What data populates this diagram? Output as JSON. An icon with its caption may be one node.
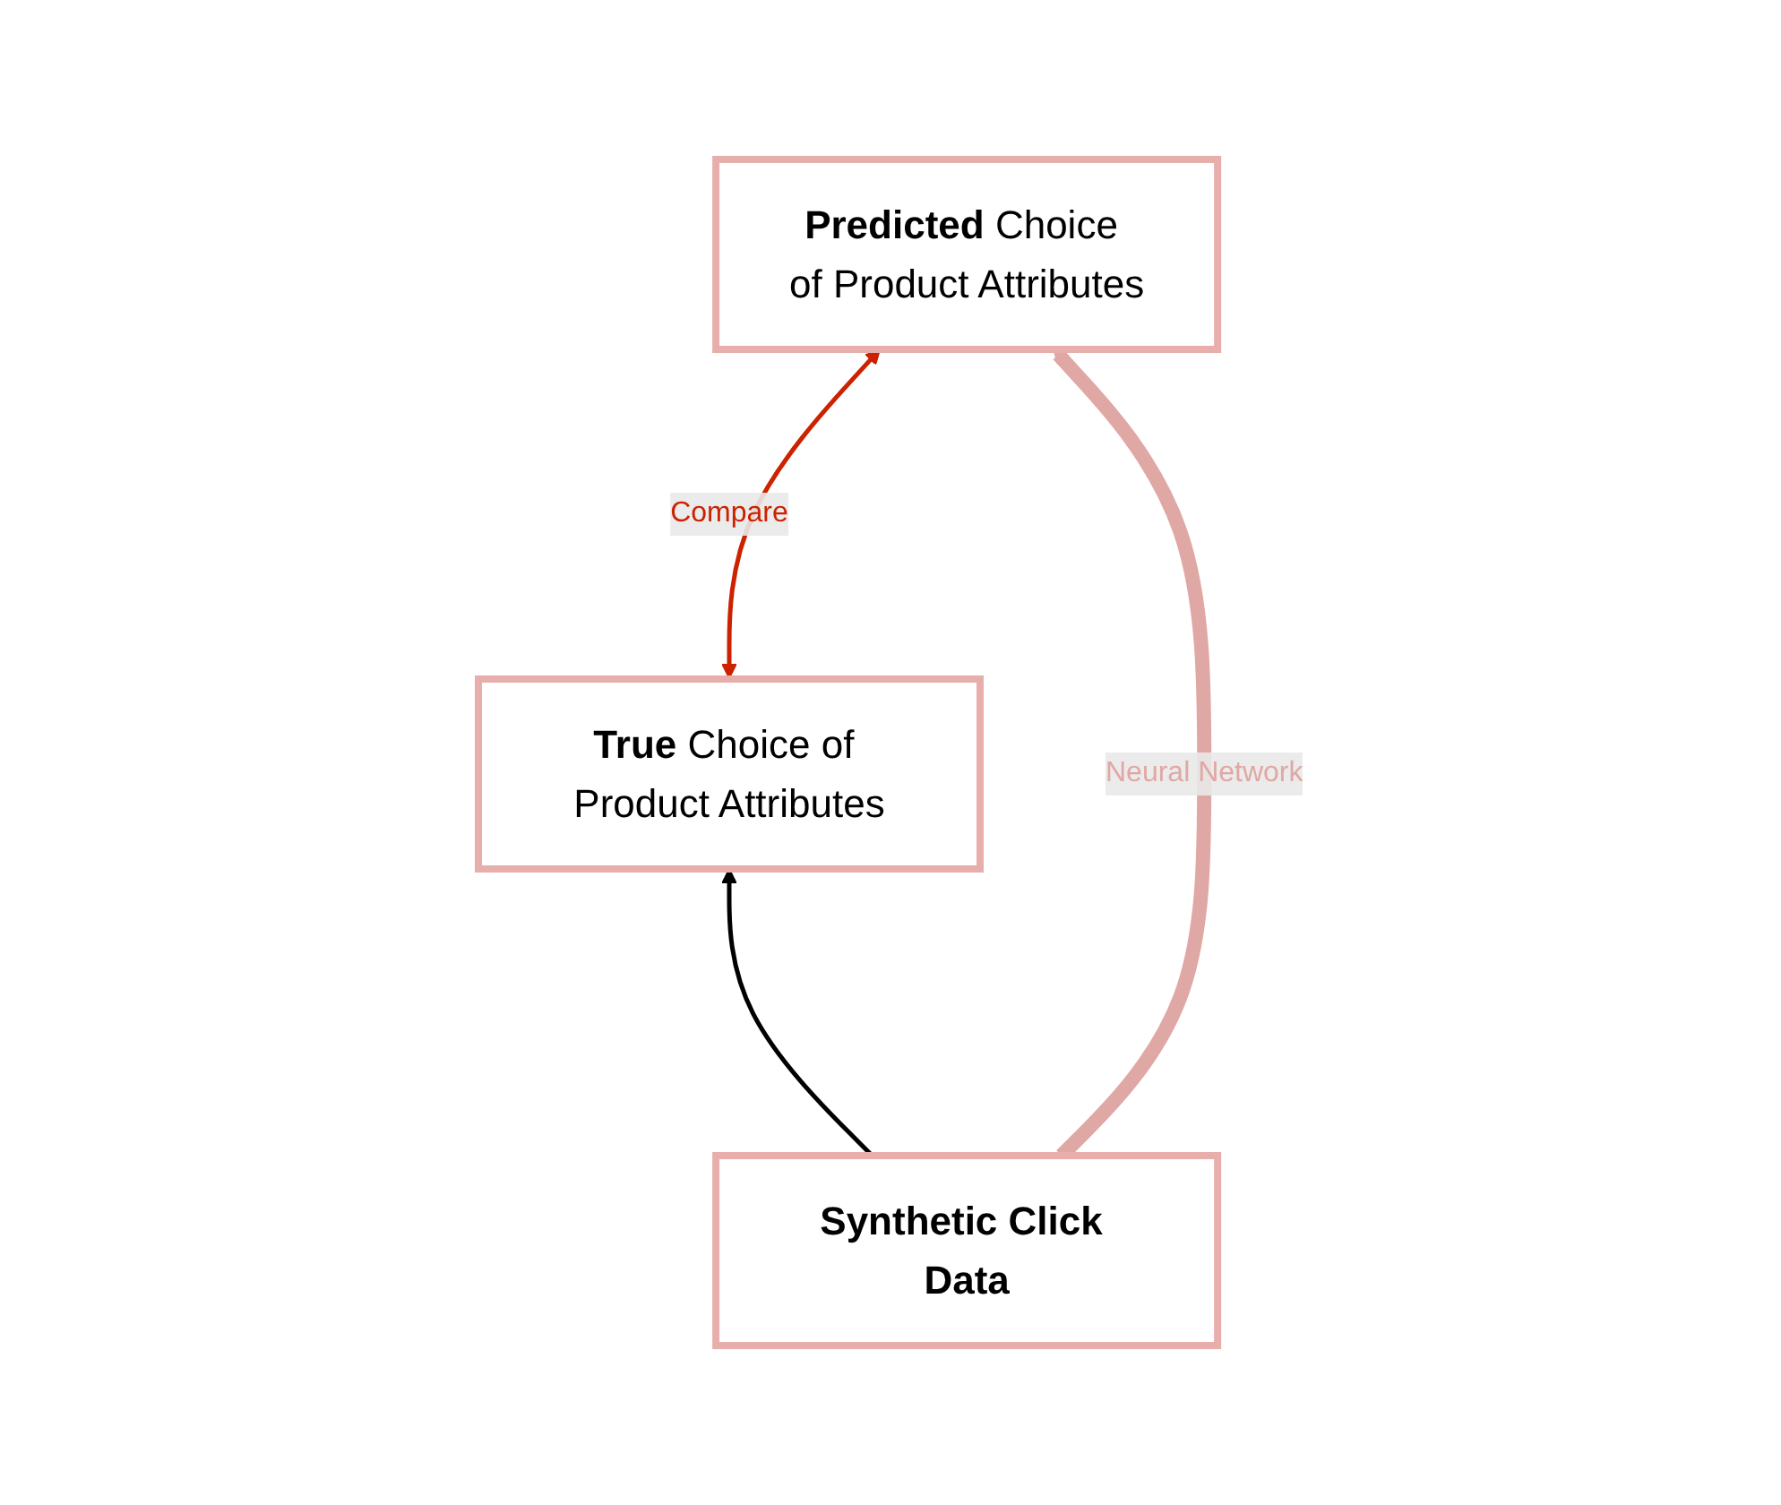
{
  "diagram": {
    "nodes": [
      {
        "text": [
          "**True** Choice of Product Attributes"
        ]
      },
      {
        "text": [
          "**Predicted** Choice of Product Attributes"
        ]
      },
      {
        "text": [
          "Synthetic Click Data"
        ]
      }
    ],
    "edges": [
      {
        "from": 2,
        "to": 0,
        "arrow": "to"
      },
      {
        "from": 0,
        "to": 1,
        "arrow": "both",
        "label": "Compare",
        "color": "#cc2200"
      },
      {
        "from": 2,
        "to": 1,
        "arrow": "to",
        "label": "Neural Network",
        "style": "thick",
        "color": "#e0a8a4"
      }
    ]
  }
}
